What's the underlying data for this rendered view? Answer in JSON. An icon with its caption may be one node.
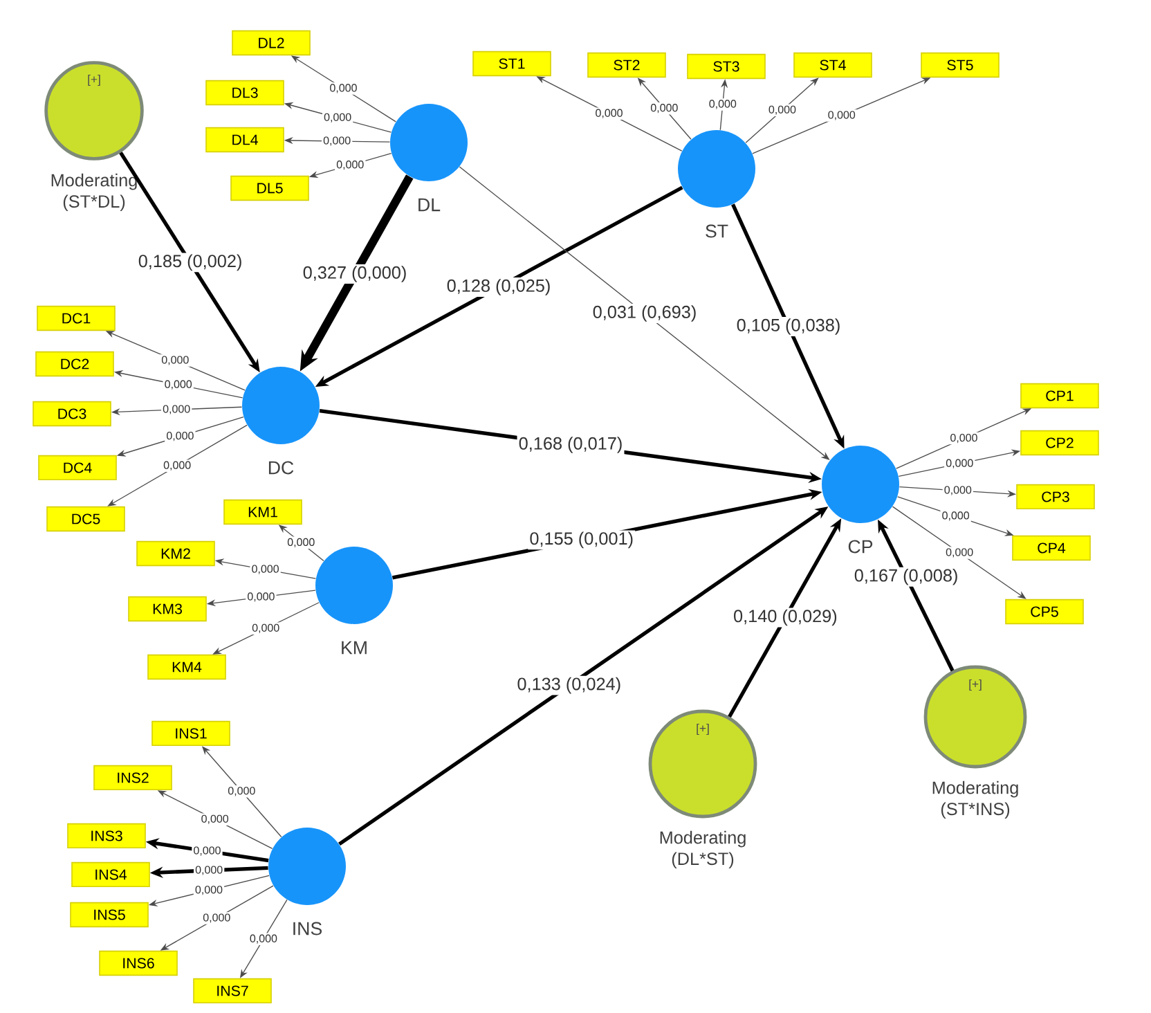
{
  "diagram": {
    "nodes": [
      {
        "text": [
          "[+]",
          "Moderating (ST*DL)"
        ]
      },
      {
        "text": [
          "DL"
        ]
      },
      {
        "text": [
          "ST"
        ]
      },
      {
        "text": [
          "DC"
        ]
      },
      {
        "text": [
          "KM"
        ]
      },
      {
        "text": [
          "CP"
        ]
      },
      {
        "text": [
          "INS"
        ]
      },
      {
        "text": [
          "[+]",
          "Moderating (DL*ST)"
        ]
      },
      {
        "text": [
          "[+]",
          "Moderating (ST*INS)"
        ]
      },
      {
        "text": [
          "DL2"
        ]
      },
      {
        "text": [
          "DL3"
        ]
      },
      {
        "text": [
          "DL4"
        ]
      },
      {
        "text": [
          "DL5"
        ]
      },
      {
        "text": [
          "ST1"
        ]
      },
      {
        "text": [
          "ST2"
        ]
      },
      {
        "text": [
          "ST3"
        ]
      },
      {
        "text": [
          "ST4"
        ]
      },
      {
        "text": [
          "ST5"
        ]
      },
      {
        "text": [
          "DC1"
        ]
      },
      {
        "text": [
          "DC2"
        ]
      },
      {
        "text": [
          "DC3"
        ]
      },
      {
        "text": [
          "DC4"
        ]
      },
      {
        "text": [
          "DC5"
        ]
      },
      {
        "text": [
          "KM1"
        ]
      },
      {
        "text": [
          "KM2"
        ]
      },
      {
        "text": [
          "KM3"
        ]
      },
      {
        "text": [
          "KM4"
        ]
      },
      {
        "text": [
          "CP1"
        ]
      },
      {
        "text": [
          "CP2"
        ]
      },
      {
        "text": [
          "CP3"
        ]
      },
      {
        "text": [
          "CP4"
        ]
      },
      {
        "text": [
          "CP5"
        ]
      },
      {
        "text": [
          "INS1"
        ]
      },
      {
        "text": [
          "INS2"
        ]
      },
      {
        "text": [
          "INS3"
        ]
      },
      {
        "text": [
          "INS4"
        ]
      },
      {
        "text": [
          "INS5"
        ]
      },
      {
        "text": [
          "INS6"
        ]
      },
      {
        "text": [
          "INS7"
        ]
      }
    ],
    "edges": [
      {
        "from": 0,
        "to": 3,
        "arrow": "to",
        "label": "0,185 (0,002)",
        "style": "thick"
      },
      {
        "from": 1,
        "to": 3,
        "arrow": "to",
        "label": "0,327 (0,000)",
        "style": "thick"
      },
      {
        "from": 2,
        "to": 3,
        "arrow": "to",
        "label": "0,128 (0,025)",
        "style": "thick"
      },
      {
        "from": 1,
        "to": 5,
        "arrow": "to",
        "label": "0,031 (0,693)"
      },
      {
        "from": 2,
        "to": 5,
        "arrow": "to",
        "label": "0,105 (0,038)",
        "style": "thick"
      },
      {
        "from": 3,
        "to": 5,
        "arrow": "to",
        "label": "0,168 (0,017)",
        "style": "thick"
      },
      {
        "from": 4,
        "to": 5,
        "arrow": "to",
        "label": "0,155 (0,001)",
        "style": "thick"
      },
      {
        "from": 6,
        "to": 5,
        "arrow": "to",
        "label": "0,133 (0,024)",
        "style": "thick"
      },
      {
        "from": 7,
        "to": 5,
        "arrow": "to",
        "label": "0,140 (0,029)",
        "style": "thick"
      },
      {
        "from": 8,
        "to": 5,
        "arrow": "to",
        "label": "0,167 (0,008)",
        "style": "thick"
      },
      {
        "from": 1,
        "to": 9,
        "arrow": "to",
        "label": "0,000"
      },
      {
        "from": 1,
        "to": 10,
        "arrow": "to",
        "label": "0,000"
      },
      {
        "from": 1,
        "to": 11,
        "arrow": "to",
        "label": "0,000"
      },
      {
        "from": 1,
        "to": 12,
        "arrow": "to",
        "label": "0,000"
      },
      {
        "from": 2,
        "to": 13,
        "arrow": "to",
        "label": "0,000"
      },
      {
        "from": 2,
        "to": 14,
        "arrow": "to",
        "label": "0,000"
      },
      {
        "from": 2,
        "to": 15,
        "arrow": "to",
        "label": "0,000"
      },
      {
        "from": 2,
        "to": 16,
        "arrow": "to",
        "label": "0,000"
      },
      {
        "from": 2,
        "to": 17,
        "arrow": "to",
        "label": "0,000"
      },
      {
        "from": 3,
        "to": 18,
        "arrow": "to",
        "label": "0,000"
      },
      {
        "from": 3,
        "to": 19,
        "arrow": "to",
        "label": "0,000"
      },
      {
        "from": 3,
        "to": 20,
        "arrow": "to",
        "label": "0,000"
      },
      {
        "from": 3,
        "to": 21,
        "arrow": "to",
        "label": "0,000"
      },
      {
        "from": 3,
        "to": 22,
        "arrow": "to",
        "label": "0,000"
      },
      {
        "from": 4,
        "to": 23,
        "arrow": "to",
        "label": "0,000"
      },
      {
        "from": 4,
        "to": 24,
        "arrow": "to",
        "label": "0,000"
      },
      {
        "from": 4,
        "to": 25,
        "arrow": "to",
        "label": "0,000"
      },
      {
        "from": 4,
        "to": 26,
        "arrow": "to",
        "label": "0,000"
      },
      {
        "from": 5,
        "to": 27,
        "arrow": "to",
        "label": "0,000"
      },
      {
        "from": 5,
        "to": 28,
        "arrow": "to",
        "label": "0,000"
      },
      {
        "from": 5,
        "to": 29,
        "arrow": "to",
        "label": "0,000"
      },
      {
        "from": 5,
        "to": 30,
        "arrow": "to",
        "label": "0,000"
      },
      {
        "from": 5,
        "to": 31,
        "arrow": "to",
        "label": "0,000"
      },
      {
        "from": 6,
        "to": 32,
        "arrow": "to",
        "label": "0,000"
      },
      {
        "from": 6,
        "to": 33,
        "arrow": "to",
        "label": "0,000"
      },
      {
        "from": 6,
        "to": 34,
        "arrow": "to",
        "label": "0,000",
        "style": "thick"
      },
      {
        "from": 6,
        "to": 35,
        "arrow": "to",
        "label": "0,000",
        "style": "thick"
      },
      {
        "from": 6,
        "to": 36,
        "arrow": "to",
        "label": "0,000"
      },
      {
        "from": 6,
        "to": 37,
        "arrow": "to",
        "label": "0,000"
      },
      {
        "from": 6,
        "to": 38,
        "arrow": "to",
        "label": "0,000"
      }
    ]
  }
}
